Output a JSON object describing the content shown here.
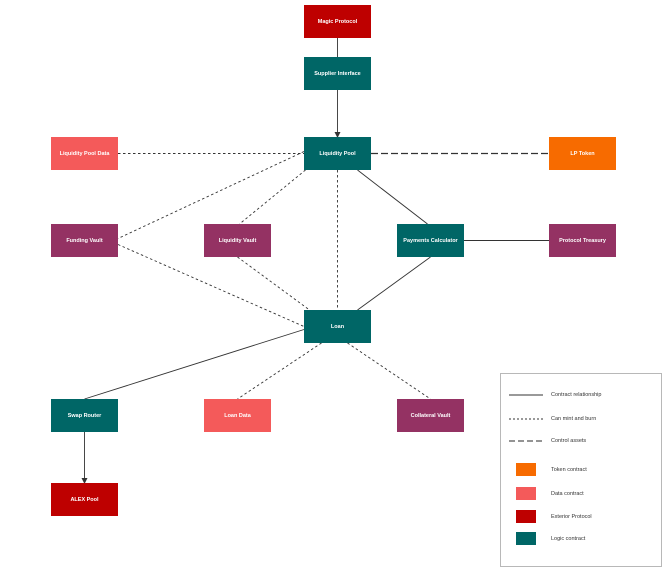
{
  "colors": {
    "token": "#f76b00",
    "data": "#f45a5a",
    "exterior": "#be0000",
    "logic": "#006666",
    "vault": "#943263",
    "line": "#333333"
  },
  "nodes": [
    {
      "id": "magic-protocol",
      "label": "Magic Protocol",
      "kind": "exterior"
    },
    {
      "id": "supplier-interface",
      "label": "Supplier Interface",
      "kind": "logic"
    },
    {
      "id": "liquidity-pool-data",
      "label": "Liquidity Pool Data",
      "kind": "data"
    },
    {
      "id": "liquidity-pool",
      "label": "Liquidity Pool",
      "kind": "logic"
    },
    {
      "id": "lp-token",
      "label": "LP Token",
      "kind": "token"
    },
    {
      "id": "funding-vault",
      "label": "Funding Vault",
      "kind": "vault"
    },
    {
      "id": "liquidity-vault",
      "label": "Liquidity Vault",
      "kind": "vault"
    },
    {
      "id": "payments-calculator",
      "label": "Payments Calculator",
      "kind": "logic"
    },
    {
      "id": "protocol-treasury",
      "label": "Protocol Treasury",
      "kind": "vault"
    },
    {
      "id": "loan",
      "label": "Loan",
      "kind": "logic"
    },
    {
      "id": "swap-router",
      "label": "Swap Router",
      "kind": "logic"
    },
    {
      "id": "loan-data",
      "label": "Loan Data",
      "kind": "data"
    },
    {
      "id": "collateral-vault",
      "label": "Collateral Vault",
      "kind": "vault"
    },
    {
      "id": "alex-pool",
      "label": "ALEX Pool",
      "kind": "exterior"
    }
  ],
  "edges": [
    {
      "from": "magic-protocol",
      "to": "supplier-interface",
      "style": "solid"
    },
    {
      "from": "supplier-interface",
      "to": "liquidity-pool",
      "style": "solid",
      "arrow": true
    },
    {
      "from": "liquidity-pool-data",
      "to": "liquidity-pool",
      "style": "dotted"
    },
    {
      "from": "liquidity-pool",
      "to": "lp-token",
      "style": "dashed"
    },
    {
      "from": "liquidity-pool",
      "to": "funding-vault",
      "style": "dotted"
    },
    {
      "from": "liquidity-pool",
      "to": "liquidity-vault",
      "style": "dotted"
    },
    {
      "from": "liquidity-pool",
      "to": "loan",
      "style": "dotted"
    },
    {
      "from": "liquidity-pool",
      "to": "payments-calculator",
      "style": "solid"
    },
    {
      "from": "payments-calculator",
      "to": "protocol-treasury",
      "style": "solid"
    },
    {
      "from": "payments-calculator",
      "to": "loan",
      "style": "solid"
    },
    {
      "from": "funding-vault",
      "to": "loan",
      "style": "dotted"
    },
    {
      "from": "liquidity-vault",
      "to": "loan",
      "style": "dotted"
    },
    {
      "from": "loan",
      "to": "swap-router",
      "style": "solid"
    },
    {
      "from": "loan",
      "to": "loan-data",
      "style": "dotted"
    },
    {
      "from": "loan",
      "to": "collateral-vault",
      "style": "dotted"
    },
    {
      "from": "swap-router",
      "to": "alex-pool",
      "style": "solid",
      "arrow": true
    }
  ],
  "legend": {
    "lines": [
      {
        "label": "Contract relationship",
        "style": "solid"
      },
      {
        "label": "Can mint and burn",
        "style": "dotted"
      },
      {
        "label": "Control assets",
        "style": "dashed"
      }
    ],
    "swatches": [
      {
        "label": "Token contract",
        "kind": "token"
      },
      {
        "label": "Data contract",
        "kind": "data"
      },
      {
        "label": "Exterior Protocol",
        "kind": "exterior"
      },
      {
        "label": "Logic contract",
        "kind": "logic"
      }
    ]
  }
}
